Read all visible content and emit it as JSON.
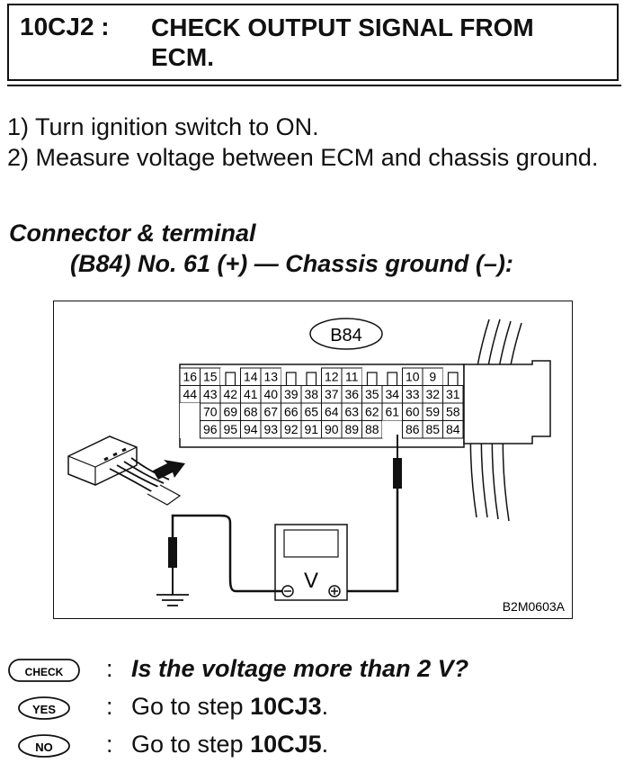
{
  "header": {
    "code": "10CJ2 :",
    "title": "CHECK OUTPUT SIGNAL FROM ECM."
  },
  "steps": [
    "1) Turn ignition switch to ON.",
    "2) Measure voltage between ECM and chassis ground."
  ],
  "connector": {
    "heading": "Connector & terminal",
    "terminal": "(B84) No. 61 (+) — Chassis ground (–):"
  },
  "figure": {
    "connector_label": "B84",
    "figure_code": "B2M0603A",
    "meter_symbol": "V",
    "row1": [
      "16",
      "15",
      "",
      "14",
      "13",
      "",
      "",
      "12",
      "11",
      "",
      "",
      "10",
      "9",
      ""
    ],
    "row2": [
      "44",
      "43",
      "42",
      "41",
      "40",
      "39",
      "38",
      "37",
      "36",
      "35",
      "34",
      "33",
      "32",
      "31"
    ],
    "row3": [
      "",
      "70",
      "69",
      "68",
      "67",
      "66",
      "65",
      "64",
      "63",
      "62",
      "61",
      "60",
      "59",
      "58"
    ],
    "row4": [
      "",
      "96",
      "95",
      "94",
      "93",
      "92",
      "91",
      "90",
      "89",
      "88",
      "",
      "86",
      "85",
      "84"
    ]
  },
  "check": {
    "check_badge": "CHECK",
    "question": "Is the voltage more than 2 V?",
    "yes_badge": "YES",
    "yes_prefix": "Go to step ",
    "yes_target": "10CJ3",
    "no_badge": "NO",
    "no_prefix": "Go to step ",
    "no_target": "10CJ5",
    "colon": ":",
    "period": "."
  }
}
